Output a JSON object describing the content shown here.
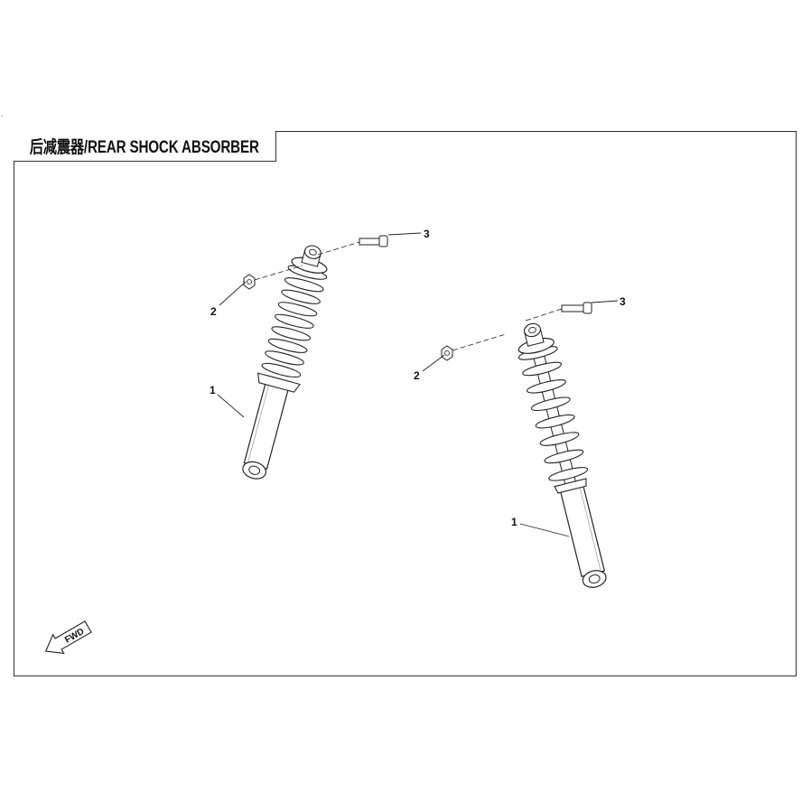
{
  "title": "后减震器/REAR SHOCK ABSORBER",
  "callouts": {
    "left": {
      "part1": "1",
      "part2": "2",
      "part3": "3"
    },
    "right": {
      "part1": "1",
      "part2": "2",
      "part3": "3"
    }
  },
  "fwd_label": "FWD"
}
